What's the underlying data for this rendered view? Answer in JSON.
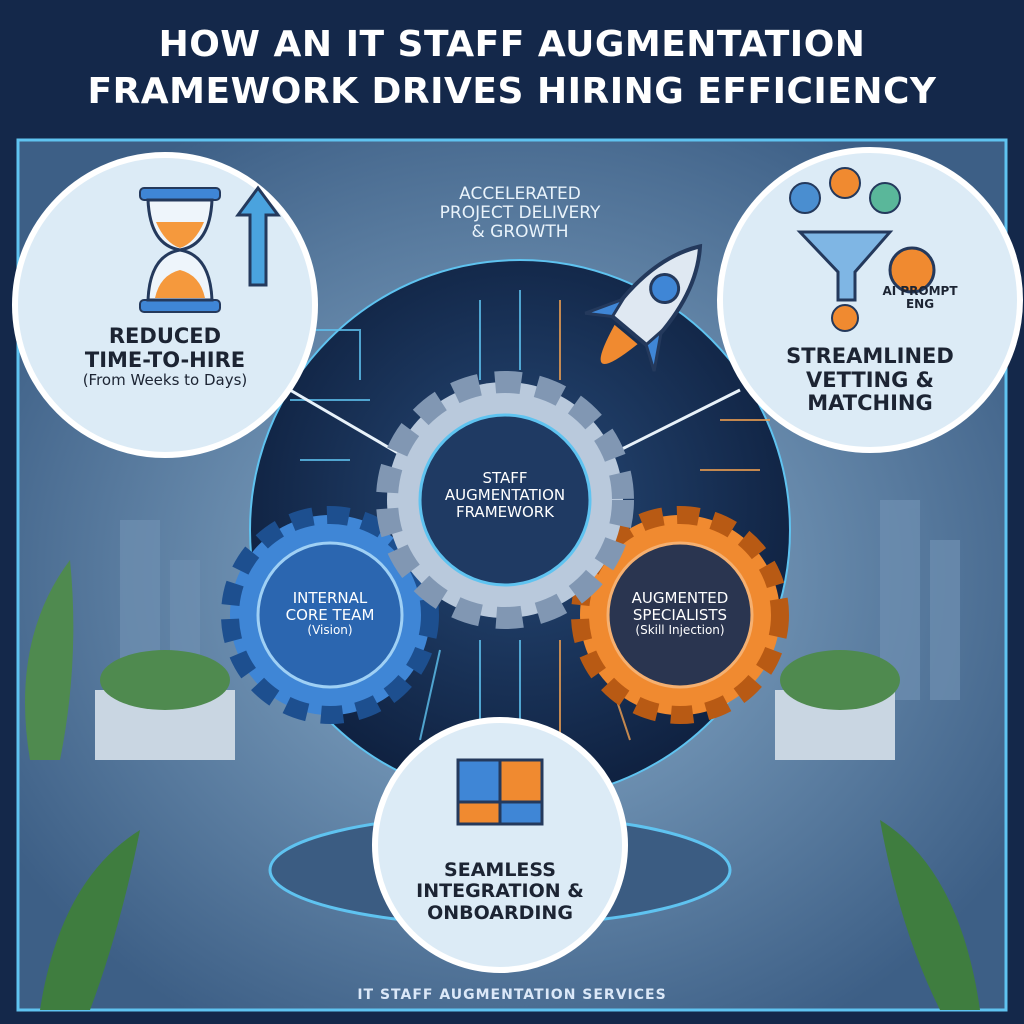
{
  "title": {
    "line1": "HOW AN IT STAFF AUGMENTATION",
    "line2": "FRAMEWORK DRIVES HIRING EFFICIENCY"
  },
  "benefits": {
    "time_to_hire": {
      "title_line1": "REDUCED",
      "title_line2": "TIME-TO-HIRE",
      "subtitle": "(From Weeks to Days)",
      "icon": "hourglass-arrow-up"
    },
    "vetting": {
      "title_line1": "STREAMLINED",
      "title_line2": "VETTING &",
      "title_line3": "MATCHING",
      "role_label_line1": "AI PROMPT",
      "role_label_line2": "ENG",
      "icon": "funnel-candidates"
    },
    "integration": {
      "title_line1": "SEAMLESS",
      "title_line2": "INTEGRATION &",
      "title_line3": "ONBOARDING",
      "icon": "puzzle"
    },
    "delivery": {
      "line1": "ACCELERATED",
      "line2": "PROJECT DELIVERY",
      "line3": "& GROWTH",
      "icon": "rocket"
    }
  },
  "gears": {
    "center": {
      "line1": "STAFF",
      "line2": "AUGMENTATION",
      "line3": "FRAMEWORK",
      "color": "#b9c9dc"
    },
    "left": {
      "line1": "INTERNAL",
      "line2": "CORE TEAM",
      "sub": "(Vision)",
      "color": "#3f86d6"
    },
    "right": {
      "line1": "AUGMENTED",
      "line2": "SPECIALISTS",
      "sub": "(Skill Injection)",
      "color": "#f08a30"
    }
  },
  "footer": "IT STAFF AUGMENTATION SERVICES",
  "colors": {
    "navy": "#14284a",
    "panel": "#dcebf6",
    "accent_blue": "#5fc3f0",
    "accent_orange": "#f08a30"
  }
}
